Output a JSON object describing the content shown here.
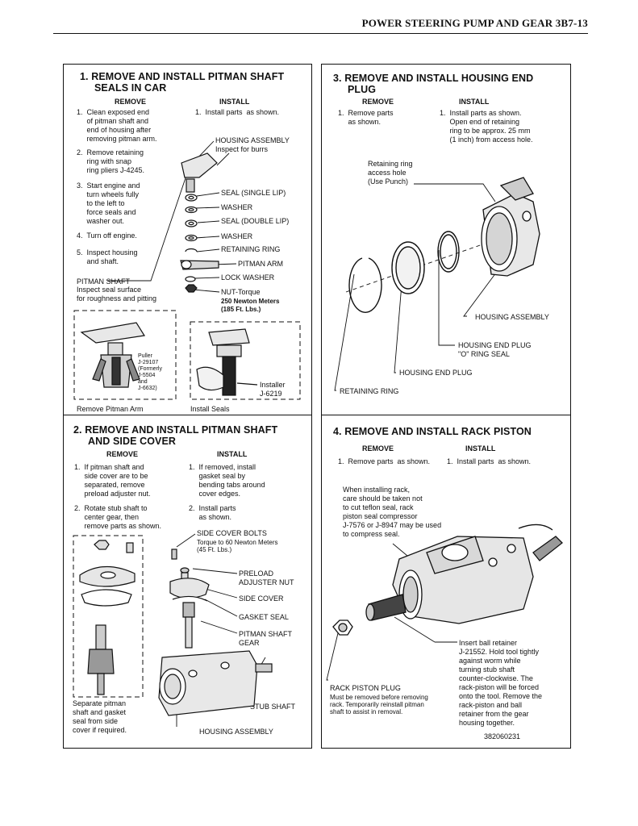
{
  "header": {
    "title": "POWER STEERING PUMP AND GEAR   3B7-13"
  },
  "section1": {
    "title_line1": "1.  REMOVE AND INSTALL PITMAN SHAFT",
    "title_line2": "SEALS IN CAR",
    "remove_head": "REMOVE",
    "install_head": "INSTALL",
    "remove_steps": [
      "1.  Clean exposed end\n     of pitman shaft and\n     end of housing after\n     removing pitman arm.",
      "2.  Remove retaining\n     ring with snap\n     ring pliers J-4245.",
      "3.  Start engine and\n     turn wheels fully\n     to the left to\n     force seals and\n     washer out.",
      "4.  Turn off engine.",
      "5.  Inspect housing\n     and shaft."
    ],
    "install_steps": [
      "1.  Install parts  as shown."
    ],
    "labels": {
      "housing_assembly": "HOUSING ASSEMBLY",
      "inspect_burrs": "Inspect for burrs",
      "seal_single": "SEAL (SINGLE LIP)",
      "washer1": "WASHER",
      "seal_double": "SEAL (DOUBLE LIP)",
      "washer2": "WASHER",
      "retaining_ring": "RETAINING RING",
      "pitman_arm": "PITMAN ARM",
      "lock_washer": "LOCK WASHER",
      "nut_torque": "NUT-Torque",
      "torque_nm": "250 Newton Meters",
      "torque_ft": "(185 Ft. Lbs.)",
      "pitman_shaft": "PITMAN SHAFT",
      "inspect_seal": "Inspect seal surface\nfor roughness and pitting",
      "puller": "Puller\nJ-29107\n(Formerly\nJ-5504\nand\nJ-6632)",
      "installer": "Installer\nJ-6219",
      "remove_pitman_arm": "Remove Pitman Arm",
      "install_seals": "Install Seals"
    }
  },
  "section2": {
    "title_line1": "2.  REMOVE AND INSTALL PITMAN SHAFT",
    "title_line2": "AND SIDE COVER",
    "remove_head": "REMOVE",
    "install_head": "INSTALL",
    "remove_steps": [
      "1.  If pitman shaft and\n     side cover are to be\n     separated, remove\n     preload adjuster nut.",
      "2.  Rotate stub shaft to\n     center gear, then\n     remove parts as shown."
    ],
    "install_steps": [
      "1.  If removed, install\n     gasket seal by\n     bending tabs around\n     cover edges.",
      "2.  Install parts\n     as shown."
    ],
    "labels": {
      "side_cover_bolts": "SIDE COVER BOLTS",
      "torque_line1": "Torque to 60 Newton Meters",
      "torque_line2": "(45 Ft. Lbs.)",
      "preload_nut": "PRELOAD\nADJUSTER NUT",
      "side_cover": "SIDE COVER",
      "gasket_seal": "GASKET SEAL",
      "pitman_shaft_gear": "PITMAN SHAFT\nGEAR",
      "stub_shaft": "STUB SHAFT",
      "housing_assembly": "HOUSING ASSEMBLY",
      "separate_caption": "Separate pitman\nshaft and gasket\nseal from side\ncover if required."
    }
  },
  "section3": {
    "title_line1": "3.  REMOVE AND INSTALL HOUSING END",
    "title_line2": "PLUG",
    "remove_head": "REMOVE",
    "install_head": "INSTALL",
    "remove_steps": [
      "1.  Remove parts\n     as shown."
    ],
    "install_steps": [
      "1.  Install parts as shown.\n     Open end of retaining\n     ring to be approx. 25 mm\n     (1 inch) from access hole."
    ],
    "labels": {
      "retaining_access": "Retaining ring\naccess hole\n(Use Punch)",
      "housing_assembly": "HOUSING ASSEMBLY",
      "end_plug_oring": "HOUSING END PLUG\n\"O\" RING SEAL",
      "end_plug": "HOUSING END PLUG",
      "retaining_ring": "RETAINING RING"
    }
  },
  "section4": {
    "title_line1": "4.  REMOVE AND INSTALL RACK PISTON",
    "remove_head": "REMOVE",
    "install_head": "INSTALL",
    "remove_steps": [
      "1.  Remove parts  as shown."
    ],
    "install_steps": [
      "1.  Install parts  as shown."
    ],
    "labels": {
      "caution": "When installing rack,\ncare should be taken not\nto cut teflon seal, rack\npiston seal compressor\nJ-7576 or J-8947 may be used\nto compress seal.",
      "rack_piston_plug": "RACK PISTON PLUG",
      "plug_note": "Must be removed before removing\nrack. Temporarily reinstall pitman\nshaft to assist in removal.",
      "insert_retainer": "Insert ball retainer\nJ-21552. Hold tool tightly\nagainst worm while\nturning stub shaft\ncounter-clockwise. The\nrack-piston will be forced\nonto the tool. Remove the\nrack-piston and ball\nretainer from the gear\nhousing together.",
      "figure_number": "382060231"
    }
  }
}
